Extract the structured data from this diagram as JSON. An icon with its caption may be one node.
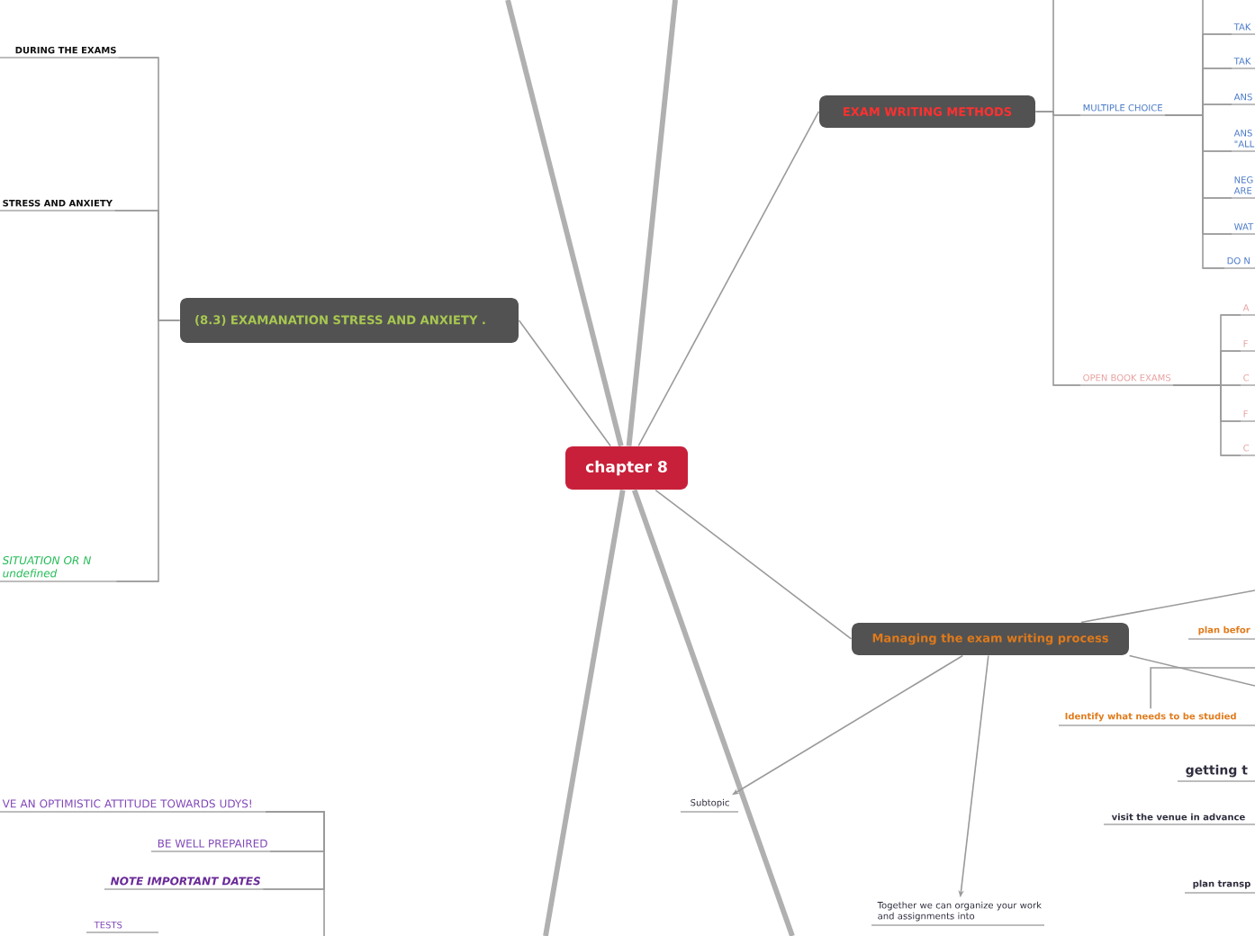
{
  "diagram": {
    "nodes": [
      {
        "text": [
          "chapter 8"
        ]
      },
      {
        "text": [
          "(8.3) EXAMANATION STRESS AND ANXIETY ."
        ]
      },
      {
        "text": [
          "DURING THE EXAMS"
        ]
      },
      {
        "text": [
          "STRESS AND ANXIETY"
        ]
      },
      {
        "text": [
          "SITUATION OR N undefined"
        ]
      },
      {
        "text": [
          "EXAM WRITING METHODS"
        ]
      },
      {
        "text": [
          "MULTIPLE CHOICE"
        ]
      },
      {
        "text": [
          "TAK"
        ]
      },
      {
        "text": [
          "TAK"
        ]
      },
      {
        "text": [
          "ANS"
        ]
      },
      {
        "text": [
          "ANS \"ALL"
        ]
      },
      {
        "text": [
          "NEG ARE"
        ]
      },
      {
        "text": [
          "WAT"
        ]
      },
      {
        "text": [
          "DO N"
        ]
      },
      {
        "text": [
          "OPEN BOOK EXAMS"
        ]
      },
      {
        "text": [
          "A"
        ]
      },
      {
        "text": [
          "F"
        ]
      },
      {
        "text": [
          "C"
        ]
      },
      {
        "text": [
          "F"
        ]
      },
      {
        "text": [
          "C"
        ]
      },
      {
        "text": [
          "Managing the exam writing process"
        ]
      },
      {
        "text": [
          "plan befor"
        ]
      },
      {
        "text": [
          "Identify what needs to be studied"
        ]
      },
      {
        "text": [
          "getting t"
        ]
      },
      {
        "text": [
          "visit the venue in advance"
        ]
      },
      {
        "text": [
          "plan transp"
        ]
      },
      {
        "text": [
          "Subtopic"
        ]
      },
      {
        "text": [
          "Together we can organize your work and assignments into"
        ]
      },
      {
        "text": [
          "VE AN OPTIMISTIC ATTITUDE TOWARDS UDYS!"
        ]
      },
      {
        "text": [
          "BE WELL PREPAIRED"
        ]
      },
      {
        "text": [
          "NOTE IMPORTANT DATES"
        ]
      },
      {
        "text": [
          "TESTS"
        ]
      }
    ],
    "edges": [
      {
        "from": 0,
        "to": 1,
        "arrow": "none"
      },
      {
        "from": 0,
        "to": 5,
        "arrow": "none"
      },
      {
        "from": 0,
        "to": 20,
        "arrow": "none"
      },
      {
        "from": 0,
        "to": null,
        "arrow": "none",
        "style": "thick"
      },
      {
        "from": 0,
        "to": null,
        "arrow": "none",
        "style": "thick"
      },
      {
        "from": 0,
        "to": null,
        "arrow": "none",
        "style": "thick"
      },
      {
        "from": 0,
        "to": null,
        "arrow": "none",
        "style": "thick"
      },
      {
        "from": 1,
        "to": 2,
        "arrow": "none"
      },
      {
        "from": 1,
        "to": 3,
        "arrow": "none"
      },
      {
        "from": 1,
        "to": 4,
        "arrow": "none"
      },
      {
        "from": 5,
        "to": 6,
        "arrow": "none"
      },
      {
        "from": 5,
        "to": 14,
        "arrow": "none"
      },
      {
        "from": 5,
        "to": null,
        "arrow": "none"
      },
      {
        "from": 6,
        "to": 7,
        "arrow": "none"
      },
      {
        "from": 6,
        "to": 8,
        "arrow": "none"
      },
      {
        "from": 6,
        "to": 9,
        "arrow": "none"
      },
      {
        "from": 6,
        "to": 10,
        "arrow": "none"
      },
      {
        "from": 6,
        "to": 11,
        "arrow": "none"
      },
      {
        "from": 6,
        "to": 12,
        "arrow": "none"
      },
      {
        "from": 6,
        "to": 13,
        "arrow": "none"
      },
      {
        "from": 6,
        "to": null,
        "arrow": "none"
      },
      {
        "from": 14,
        "to": 15,
        "arrow": "none"
      },
      {
        "from": 14,
        "to": 16,
        "arrow": "none"
      },
      {
        "from": 14,
        "to": 17,
        "arrow": "none"
      },
      {
        "from": 14,
        "to": 18,
        "arrow": "none"
      },
      {
        "from": 14,
        "to": 19,
        "arrow": "none"
      },
      {
        "from": 20,
        "to": 26,
        "arrow": "to"
      },
      {
        "from": 20,
        "to": 27,
        "arrow": "to"
      },
      {
        "from": 20,
        "to": null,
        "arrow": "none"
      },
      {
        "from": 20,
        "to": null,
        "arrow": "none"
      },
      {
        "from": 22,
        "to": null,
        "arrow": "none"
      },
      {
        "from": 28,
        "to": 29,
        "arrow": "none"
      },
      {
        "from": 28,
        "to": 30,
        "arrow": "none"
      },
      {
        "from": 28,
        "to": null,
        "arrow": "none"
      }
    ]
  }
}
